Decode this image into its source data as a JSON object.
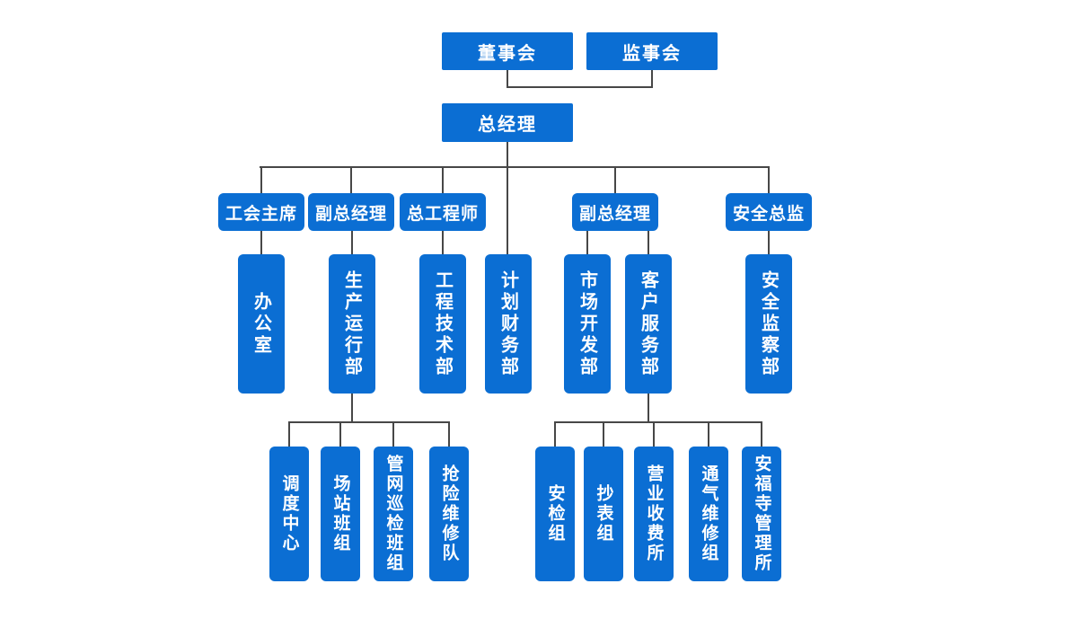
{
  "diagram": {
    "type": "org-chart",
    "language": "zh-CN",
    "colors": {
      "box_fill": "#0b6ed3",
      "box_text": "#ffffff",
      "connector": "#474747",
      "background": "#ffffff"
    }
  },
  "nodes": {
    "board": {
      "label": "董事会"
    },
    "supervisory": {
      "label": "监事会"
    },
    "gm": {
      "label": "总经理"
    },
    "union_chair": {
      "label": "工会主席"
    },
    "deputy_gm_1": {
      "label": "副总经理"
    },
    "chief_engineer": {
      "label": "总工程师"
    },
    "deputy_gm_2": {
      "label": "副总经理"
    },
    "safety_director": {
      "label": "安全总监"
    },
    "office": {
      "label": "办公室"
    },
    "production_ops": {
      "label": "生产运行部"
    },
    "engineering_tech": {
      "label": "工程技术部"
    },
    "planning_finance": {
      "label": "计划财务部"
    },
    "market_dev": {
      "label": "市场开发部"
    },
    "customer_service": {
      "label": "客户服务部"
    },
    "safety_supervision": {
      "label": "安全监察部"
    },
    "dispatch_center": {
      "label": "调度中心"
    },
    "station_team": {
      "label": "场站班组"
    },
    "pipeline_inspection_team": {
      "label": "管网巡检班组"
    },
    "emergency_repair_team": {
      "label": "抢险维修队"
    },
    "safety_check_group": {
      "label": "安检组"
    },
    "meter_reading_group": {
      "label": "抄表组"
    },
    "billing_office": {
      "label": "营业收费所"
    },
    "gas_maintenance_group": {
      "label": "通气维修组"
    },
    "anfusi_mgmt_office": {
      "label": "安福寺管理所"
    }
  },
  "edges": [
    [
      "board",
      "gm"
    ],
    [
      "supervisory",
      "gm"
    ],
    [
      "gm",
      "union_chair"
    ],
    [
      "gm",
      "deputy_gm_1"
    ],
    [
      "gm",
      "chief_engineer"
    ],
    [
      "gm",
      "planning_finance"
    ],
    [
      "gm",
      "deputy_gm_2"
    ],
    [
      "gm",
      "safety_director"
    ],
    [
      "union_chair",
      "office"
    ],
    [
      "deputy_gm_1",
      "production_ops"
    ],
    [
      "chief_engineer",
      "engineering_tech"
    ],
    [
      "deputy_gm_2",
      "market_dev"
    ],
    [
      "deputy_gm_2",
      "customer_service"
    ],
    [
      "safety_director",
      "safety_supervision"
    ],
    [
      "production_ops",
      "dispatch_center"
    ],
    [
      "production_ops",
      "station_team"
    ],
    [
      "production_ops",
      "pipeline_inspection_team"
    ],
    [
      "production_ops",
      "emergency_repair_team"
    ],
    [
      "customer_service",
      "safety_check_group"
    ],
    [
      "customer_service",
      "meter_reading_group"
    ],
    [
      "customer_service",
      "billing_office"
    ],
    [
      "customer_service",
      "gas_maintenance_group"
    ],
    [
      "customer_service",
      "anfusi_mgmt_office"
    ]
  ]
}
